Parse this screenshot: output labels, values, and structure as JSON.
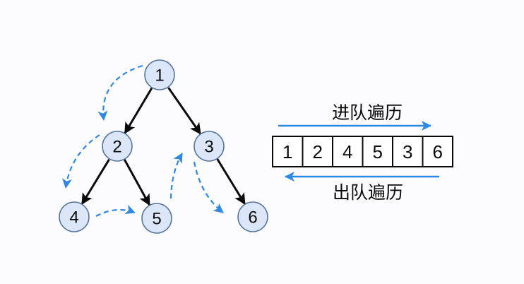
{
  "colors": {
    "background": "#fcfbfd",
    "node_fill": "#dbe7f8",
    "node_border": "#54749e",
    "edge_black": "#0a0a0a",
    "accent_blue": "#2e89e5"
  },
  "tree": {
    "nodes": [
      {
        "id": "1",
        "value": "1"
      },
      {
        "id": "2",
        "value": "2"
      },
      {
        "id": "3",
        "value": "3"
      },
      {
        "id": "4",
        "value": "4"
      },
      {
        "id": "5",
        "value": "5"
      },
      {
        "id": "6",
        "value": "6"
      }
    ],
    "edges": [
      {
        "from": "1",
        "to": "2"
      },
      {
        "from": "1",
        "to": "3"
      },
      {
        "from": "2",
        "to": "4"
      },
      {
        "from": "2",
        "to": "5"
      },
      {
        "from": "3",
        "to": "6"
      }
    ]
  },
  "traversal": {
    "style": "dashed-blue-arrows",
    "visit_order": [
      "1",
      "2",
      "4",
      "5",
      "3",
      "6"
    ]
  },
  "queue": {
    "enqueue_label": "进队遍历",
    "dequeue_label": "出队遍历",
    "values": [
      "1",
      "2",
      "4",
      "5",
      "3",
      "6"
    ]
  }
}
